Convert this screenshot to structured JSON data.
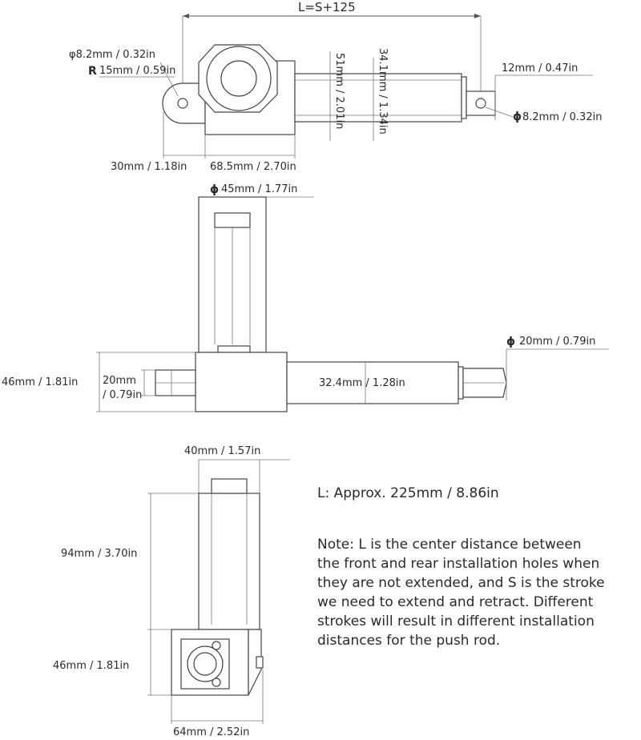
{
  "top_view": {
    "overall_length": "L=S+125",
    "rear_hole": "φ8.2mm / 0.32in",
    "rear_radius_symbol": "R",
    "rear_radius": "15mm / 0.59in",
    "rod_end_width": "12mm / 0.47in",
    "front_hole_symbol": "ϕ",
    "front_hole": "8.2mm / 0.32in",
    "body_height": "51mm / 2.01in",
    "tube_height": "34.1mm / 1.34in",
    "rear_offset": "30mm / 1.18in",
    "gearbox_length": "68.5mm / 2.70in"
  },
  "side_view": {
    "motor_symbol": "ϕ",
    "motor_diameter": "45mm / 1.77in",
    "rod_symbol": "ϕ",
    "rod_diameter": "20mm / 0.79in",
    "body_height": "46mm / 1.81in",
    "stub_height_1": "20mm",
    "stub_height_2": "/ 0.79in",
    "tube_diameter": "32.4mm / 1.28in"
  },
  "end_view": {
    "motor_width": "40mm / 1.57in",
    "motor_length": "94mm / 3.70in",
    "gearbox_height": "46mm / 1.81in",
    "gearbox_width": "64mm / 2.52in"
  },
  "notes": {
    "length": "L: Approx. 225mm / 8.86in",
    "note_lines": [
      "Note: L is the center distance between",
      "the front and rear installation holes when",
      "they are not extended, and S is the stroke",
      "we need to extend and retract. Different",
      "strokes will result in different installation",
      "distances for the push rod."
    ]
  }
}
